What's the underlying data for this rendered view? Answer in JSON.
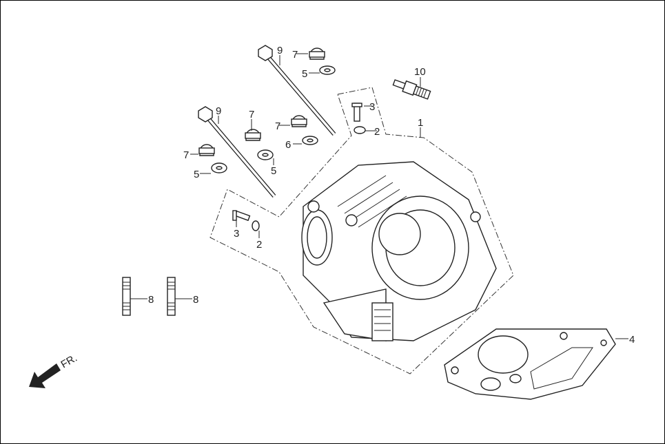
{
  "diagram": {
    "direction_label": "FR.",
    "callouts": [
      "9",
      "7",
      "5",
      "10",
      "3",
      "2",
      "1",
      "9",
      "7",
      "7",
      "6",
      "5",
      "7",
      "5",
      "3",
      "2",
      "8",
      "8",
      "4"
    ]
  }
}
